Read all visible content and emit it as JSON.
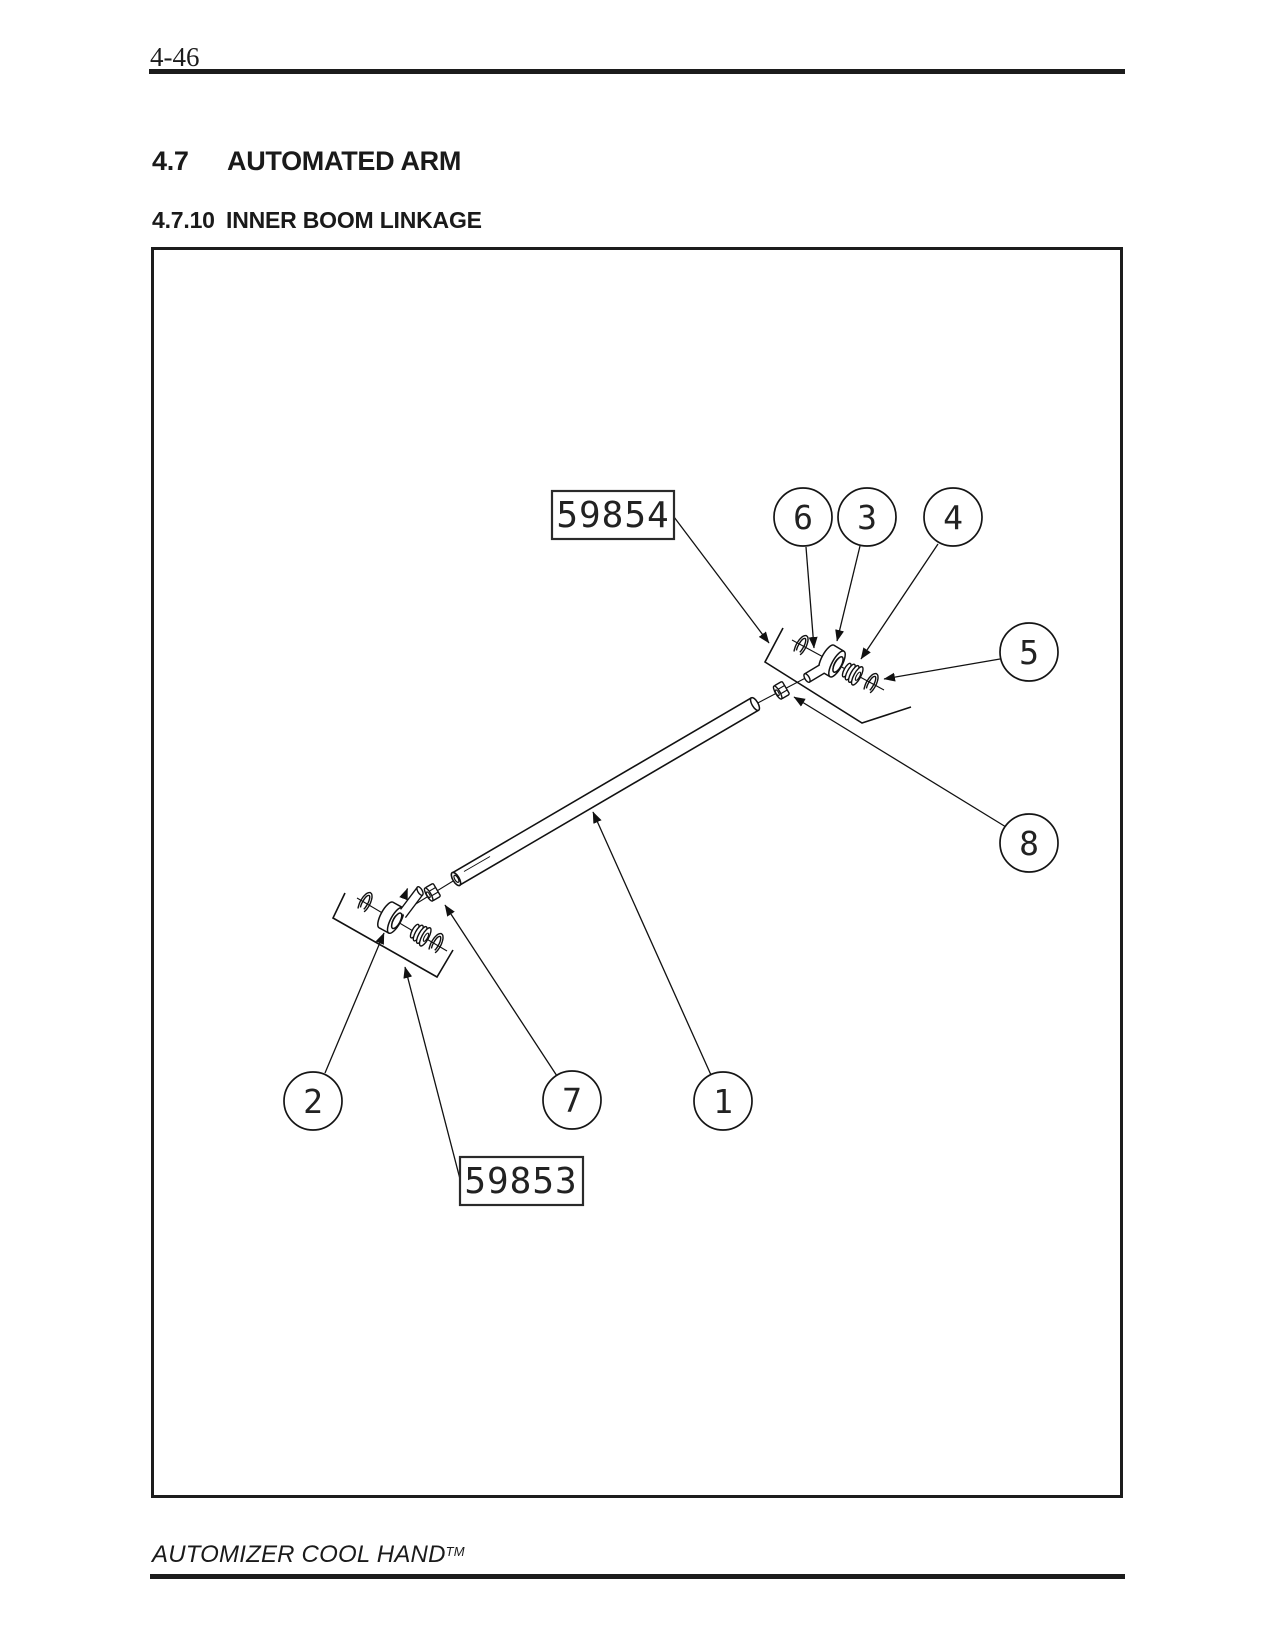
{
  "page": {
    "number": "4-46"
  },
  "headings": {
    "section_no": "4.7",
    "section_title": "AUTOMATED ARM",
    "subsection_no": "4.7.10",
    "subsection_title": "INNER BOOM LINKAGE"
  },
  "footer": {
    "brand": "AUTOMIZER COOL HAND",
    "trademark": "TM"
  },
  "diagram": {
    "description": "Exploded view of inner boom linkage: tube with rod-end bearing assemblies 59853 and 59854 on each end",
    "ink_color": "#111111",
    "part_labels": [
      {
        "id": "59854"
      },
      {
        "id": "59853"
      }
    ],
    "callouts": [
      {
        "label": "1"
      },
      {
        "label": "2"
      },
      {
        "label": "3"
      },
      {
        "label": "4"
      },
      {
        "label": "5"
      },
      {
        "label": "6"
      },
      {
        "label": "7"
      },
      {
        "label": "8"
      }
    ]
  }
}
